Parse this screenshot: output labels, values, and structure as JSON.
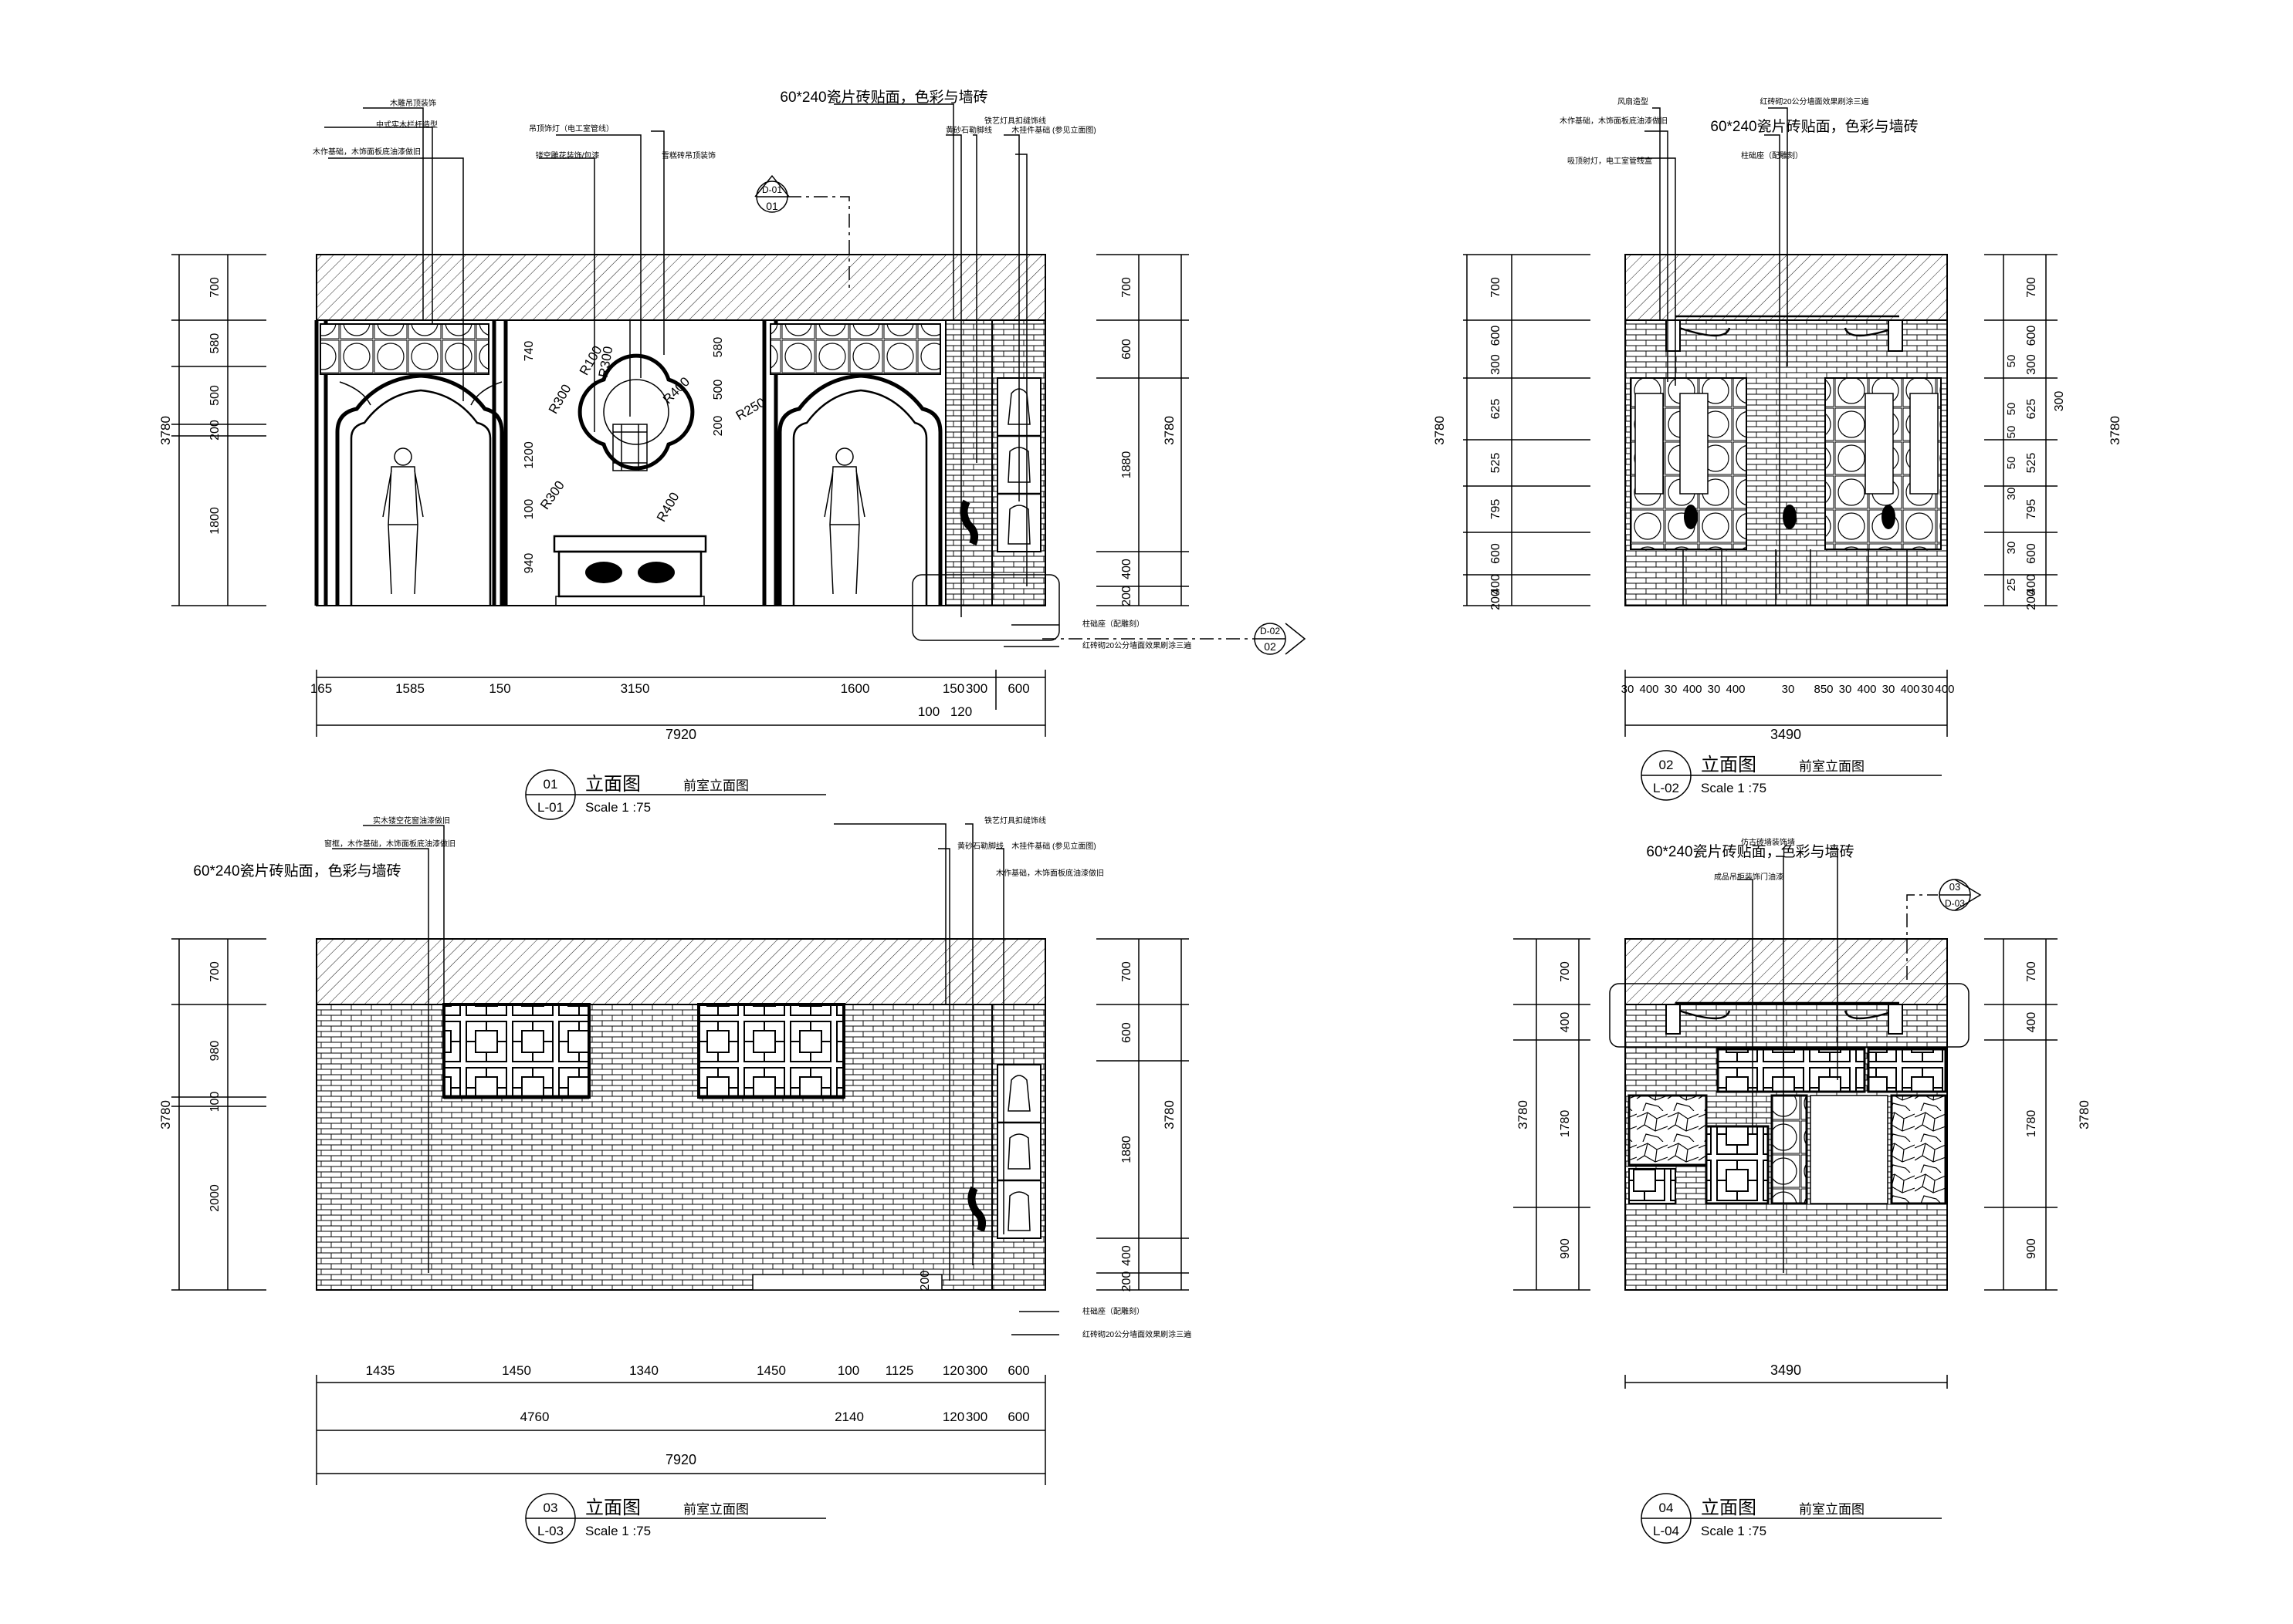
{
  "views": [
    {
      "id": "v01",
      "number": "01",
      "sheet": "L-01",
      "title": "立面图",
      "subtitle": "前室立面图",
      "scale": "Scale 1 :75",
      "left_dims": [
        "700",
        "580",
        "500",
        "200",
        "1800"
      ],
      "left_total": "3780",
      "right_dims": [
        "700",
        "600",
        "1880",
        "400",
        "200"
      ],
      "right_total": "3780",
      "bottom_dims": [
        "165",
        "1585",
        "150",
        "3150",
        "1600",
        "150",
        "300",
        "600"
      ],
      "bottom_extra": [
        "100",
        "120"
      ],
      "bottom_total": "7920",
      "radius_labels": [
        "R100",
        "R300",
        "R300",
        "R400",
        "R300",
        "R400",
        "R250"
      ],
      "inner_dims": [
        "740",
        "1200",
        "100",
        "940",
        "580",
        "500",
        "200"
      ],
      "notes_top": [
        "木雕吊顶装饰",
        "中式实木栏杆造型",
        "木作基础，木饰面板底油漆做旧",
        "吊顶饰灯（电工室管线）",
        "镂空雕花装饰/包漆",
        "雪糕砖吊顶装饰",
        "60*240瓷片砖贴面，色彩与墙砖",
        "黄砂石勒脚线",
        "铁艺灯具扣缝饰线",
        "木挂件基础 (参见立面图)"
      ],
      "notes_side": [
        "柱础座（配雕刻）",
        "红砖砌20公分墙面效果刷涂三遍"
      ],
      "callouts": [
        {
          "top": "D-01",
          "bottom": "01"
        },
        {
          "top": "D-02",
          "bottom": "02"
        }
      ]
    },
    {
      "id": "v02",
      "number": "02",
      "sheet": "L-02",
      "title": "立面图",
      "subtitle": "前室立面图",
      "scale": "Scale 1 :75",
      "left_dims": [
        "700",
        "600",
        "300",
        "625",
        "525",
        "795",
        "600",
        "400",
        "200"
      ],
      "left_total": "3780",
      "right_dims": [
        "700",
        "600",
        "300",
        "625",
        "525",
        "795",
        "600",
        "400",
        "200"
      ],
      "right_total": "3780",
      "right_small": [
        "50",
        "50",
        "50",
        "50",
        "30",
        "30",
        "25"
      ],
      "right_extra": "300",
      "bottom_dims": [
        "30",
        "400",
        "30",
        "400",
        "30",
        "400",
        "30",
        "850",
        "30",
        "400",
        "30",
        "400",
        "30",
        "400",
        "30"
      ],
      "bottom_total": "3490",
      "notes_top": [
        "风扇造型",
        "木作基础，木饰面板底油漆做旧",
        "吸顶射灯，电工室管线盒",
        "红砖砌20公分墙面效果刷涂三遍",
        "60*240瓷片砖贴面，色彩与墙砖",
        "柱础座（配雕刻）"
      ]
    },
    {
      "id": "v03",
      "number": "03",
      "sheet": "L-03",
      "title": "立面图",
      "subtitle": "前室立面图",
      "scale": "Scale 1 :75",
      "left_dims": [
        "700",
        "980",
        "100",
        "2000"
      ],
      "left_total": "3780",
      "right_dims": [
        "700",
        "600",
        "1880",
        "400",
        "200"
      ],
      "right_total": "3780",
      "bottom_dims": [
        "1435",
        "1450",
        "1340",
        "1450",
        "100",
        "1125",
        "120",
        "300",
        "600"
      ],
      "bottom_dims2": [
        "4760",
        "2140",
        "120",
        "300",
        "600"
      ],
      "bottom_total": "7920",
      "inner_dims": [
        "200"
      ],
      "notes_top": [
        "实木镂空花窗油漆做旧",
        "窗框，木作基础，木饰面板底油漆做旧",
        "60*240瓷片砖贴面，色彩与墙砖",
        "黄砂石勒脚线",
        "铁艺灯具扣缝饰线",
        "木挂件基础 (参见立面图)",
        "木作基础，木饰面板底油漆做旧"
      ],
      "notes_side": [
        "柱础座（配雕刻）",
        "红砖砌20公分墙面效果刷涂三遍"
      ]
    },
    {
      "id": "v04",
      "number": "04",
      "sheet": "L-04",
      "title": "立面图",
      "subtitle": "前室立面图",
      "scale": "Scale 1 :75",
      "left_dims": [
        "700",
        "400",
        "1780",
        "900"
      ],
      "left_total": "3780",
      "right_dims": [
        "700",
        "400",
        "1780",
        "900"
      ],
      "right_total": "3780",
      "bottom_total": "3490",
      "notes_top": [
        "仿古砖墙装饰墙",
        "60*240瓷片砖贴面，色彩与墙砖",
        "成品吊柜装饰门油漆"
      ],
      "callouts": [
        {
          "top": "03",
          "bottom": "D-03"
        }
      ]
    }
  ]
}
